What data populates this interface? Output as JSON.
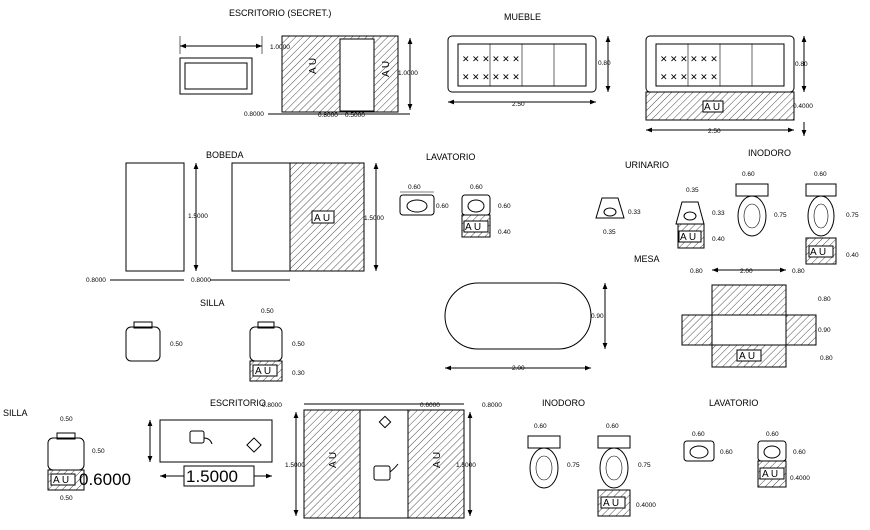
{
  "titles": {
    "escritorio_secret": "ESCRITORIO (SECRET.)",
    "mueble": "MUEBLE",
    "bobeda": "BOBEDA",
    "lavatorio_top": "LAVATORIO",
    "urinario": "URINARIO",
    "inodoro_top": "INODORO",
    "mesa": "MESA",
    "silla_mid": "SILLA",
    "silla_left": "SILLA",
    "escritorio": "ESCRITORIO",
    "inodoro_bottom": "INODORO",
    "lavatorio_bottom": "LAVATORIO"
  },
  "area_label": "A U",
  "dims": {
    "d_1_0000": "1.0000",
    "d_0_8000": "0.8000",
    "d_0_6000": "0.6000",
    "d_0_5000": "0.5000",
    "d_0_4000": "0.4000",
    "d_1_5000": "1.5000",
    "d_0_80": "0.80",
    "d_2_50": "2.50",
    "d_0_60": "0.60",
    "d_0_40": "0.40",
    "d_0_35": "0.35",
    "d_0_33": "0.33",
    "d_0_75": "0.75",
    "d_2_00": "2.00",
    "d_0_90": "0.90",
    "d_0_50": "0.50",
    "d_0_30": "0.30"
  },
  "large_dims": {
    "seat_depth": "0.6000",
    "desk_width": "1.5000"
  },
  "icons": [
    "sofa-icon",
    "urinal-icon",
    "toilet-icon",
    "sink-icon",
    "chair-icon",
    "telephone-icon",
    "lamp-icon",
    "oval-table-icon",
    "wardrobe-icon",
    "desk-icon"
  ]
}
